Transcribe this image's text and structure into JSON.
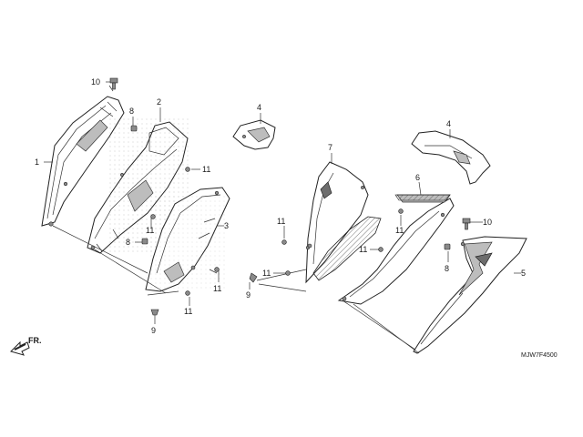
{
  "callouts": {
    "c1": "1",
    "c2": "2",
    "c3": "3",
    "c4a": "4",
    "c4b": "4",
    "c5": "5",
    "c6": "6",
    "c7": "7",
    "c8a": "8",
    "c8b": "8",
    "c8c": "8",
    "c9a": "9",
    "c9b": "9",
    "c10a": "10",
    "c10b": "10",
    "c11a": "11",
    "c11b": "11",
    "c11c": "11",
    "c11d": "11",
    "c11e": "11",
    "c11f": "11",
    "c11g": "11",
    "c11h": "11"
  },
  "front_marker": "FR.",
  "diagram_code": "MJW7F4500"
}
